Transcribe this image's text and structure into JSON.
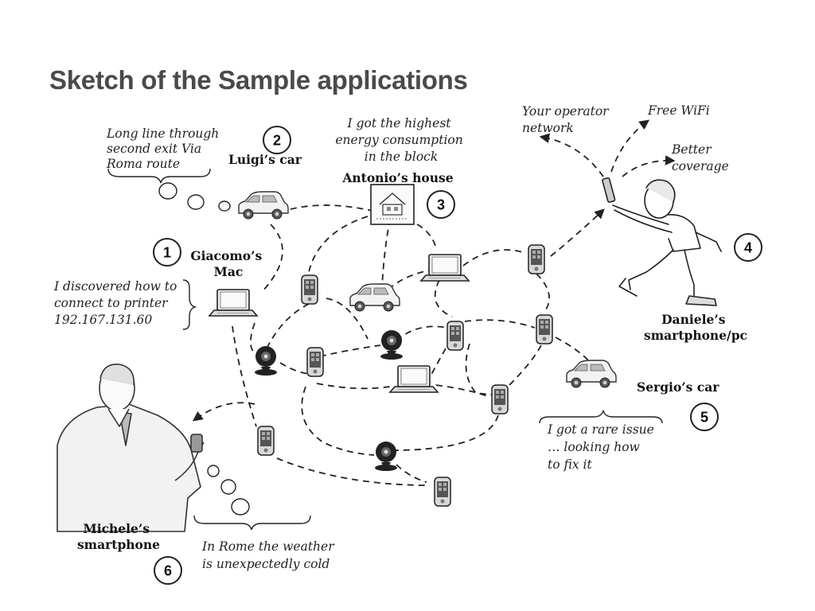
{
  "title": "Sketch of the Sample applications",
  "notes": {
    "luigi": [
      "Long line through",
      "second exit Via",
      "Roma route"
    ],
    "antonio": [
      "I got the highest",
      "energy consumption",
      "in the block"
    ],
    "giacomo": [
      "I discovered how to",
      "connect to printer",
      "192.167.131.60"
    ],
    "daniele_operator": [
      "Your operator",
      "network"
    ],
    "daniele_wifi": [
      "Free WiFi"
    ],
    "daniele_coverage": [
      "Better",
      "coverage"
    ],
    "sergio": [
      "I got a rare issue",
      "… looking how",
      "to fix it"
    ],
    "michele": [
      "In Rome the weather",
      "is unexpectedly cold"
    ]
  },
  "labels": {
    "luigi": [
      "Luigi’s car"
    ],
    "antonio": [
      "Antonio’s house"
    ],
    "giacomo": [
      "Giacomo’s",
      "Mac"
    ],
    "daniele": [
      "Daniele’s",
      "smartphone/pc"
    ],
    "sergio": [
      "Sergio’s car"
    ],
    "michele": [
      "Michele’s",
      "smartphone"
    ]
  },
  "numbers": {
    "giacomo": "1",
    "luigi": "2",
    "antonio": "3",
    "daniele": "4",
    "sergio": "5",
    "michele": "6"
  }
}
